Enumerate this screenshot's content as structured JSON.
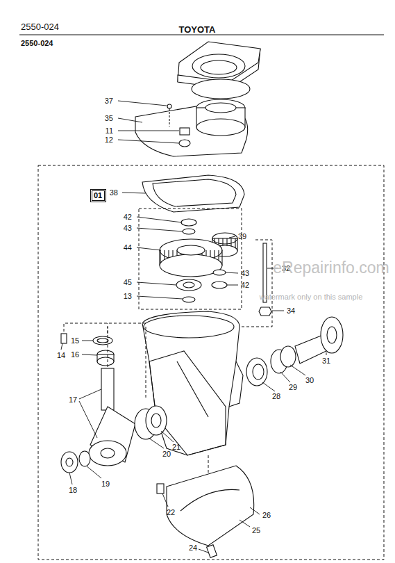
{
  "diagram": {
    "title": "TOYOTA",
    "nodes": [
      {
        "text": [
          "01"
        ]
      }
    ],
    "labels": [
      "2550-024",
      "2550-024",
      "37",
      "35",
      "11",
      "12",
      "38",
      "42",
      "43",
      "39",
      "44",
      "45",
      "13",
      "32",
      "43",
      "42",
      "34",
      "15",
      "14",
      "16",
      "17",
      "31",
      "30",
      "29",
      "28",
      "20",
      "21",
      "19",
      "18",
      "22",
      "26",
      "25",
      "24",
      "eRepairinfo.com",
      "watermark only on this sample"
    ]
  }
}
